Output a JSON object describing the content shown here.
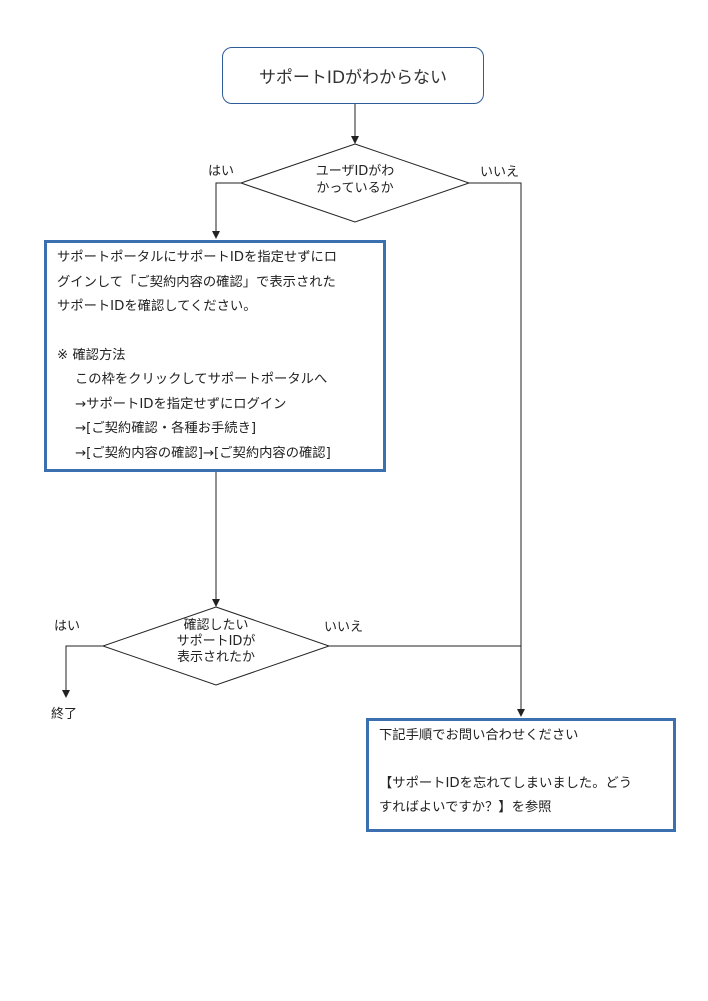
{
  "start": {
    "label": "サポートIDがわからない"
  },
  "decision1": {
    "line1": "ユーザIDがわ",
    "line2": "かっているか",
    "yes": "はい",
    "no": "いいえ"
  },
  "process1": {
    "lines": [
      "サポートポータルにサポートIDを指定せずにロ",
      "グインして「ご契約内容の確認」で表示された",
      "サポートIDを確認してください。"
    ],
    "method_title": "※ 確認方法",
    "steps": [
      "この枠をクリックしてサポートポータルへ",
      "→サポートIDを指定せずにログイン",
      "→[ご契約確認・各種お手続き]",
      "→[ご契約内容の確認]→[ご契約内容の確認]"
    ]
  },
  "decision2": {
    "line1": "確認したい",
    "line2": "サポートIDが",
    "line3": "表示されたか",
    "yes": "はい",
    "no": "いいえ"
  },
  "end": {
    "label": "終了"
  },
  "process2": {
    "line1": "下記手順でお問い合わせください",
    "line2": "【サポートIDを忘れてしまいました。どう",
    "line3": "すればよいですか？】を参照"
  },
  "colors": {
    "box_border": "#3b6fb0",
    "start_border": "#2e5d9a",
    "line": "#222222"
  }
}
